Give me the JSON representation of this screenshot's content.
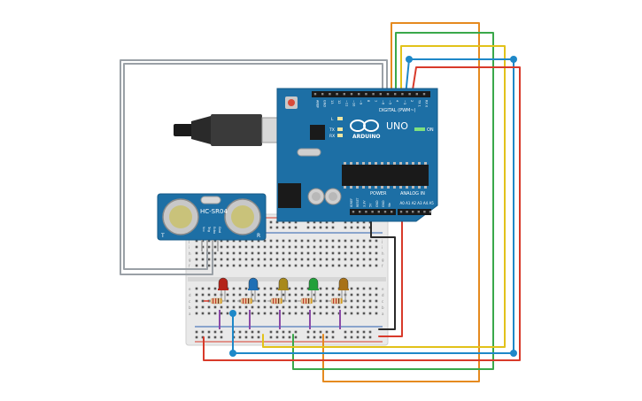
{
  "arduino": {
    "brand_text": "ARDUINO",
    "model_text": "UNO",
    "digital_header": "DIGITAL (PWM~)",
    "power_header": "POWER",
    "analog_header": "ANALOG IN",
    "on_label": "ON",
    "tx_label": "TX",
    "rx_label": "RX",
    "l_label": "L",
    "digital_pins": [
      "AREF",
      "GND",
      "13",
      "12",
      "~11",
      "~10",
      "~9",
      "8",
      "7",
      "~6",
      "~5",
      "4",
      "~3",
      "2",
      "TX 1",
      "RX 0"
    ],
    "power_pins": [
      "IOREF",
      "RESET",
      "3.3V",
      "5V",
      "GND",
      "GND",
      "Vin"
    ],
    "analog_pins": [
      "A0",
      "A1",
      "A2",
      "A3",
      "A4",
      "A5"
    ]
  },
  "sensor": {
    "model_text": "HC-SR04",
    "t_label": "T",
    "r_label": "R",
    "pin_labels": [
      "Vcc",
      "Trig",
      "Echo",
      "Gnd"
    ]
  },
  "breadboard": {
    "row_letters_top": [
      "j",
      "i",
      "h",
      "g",
      "f"
    ],
    "row_letters_bottom": [
      "e",
      "d",
      "c",
      "b",
      "a"
    ]
  },
  "leds": [
    {
      "color": "#b42318",
      "name": "red"
    },
    {
      "color": "#1f6fb5",
      "name": "blue"
    },
    {
      "color": "#a8891b",
      "name": "yellow"
    },
    {
      "color": "#22a03a",
      "name": "green"
    },
    {
      "color": "#a87218",
      "name": "orange"
    }
  ],
  "wire_colors": {
    "orange": "#e58a1f",
    "green": "#3aa84a",
    "yellow": "#e2c21a",
    "blue": "#1e88c8",
    "red": "#d83a2a",
    "black": "#2a2a2a",
    "gray": "#9aa0a6",
    "purple": "#8a4aa8"
  }
}
